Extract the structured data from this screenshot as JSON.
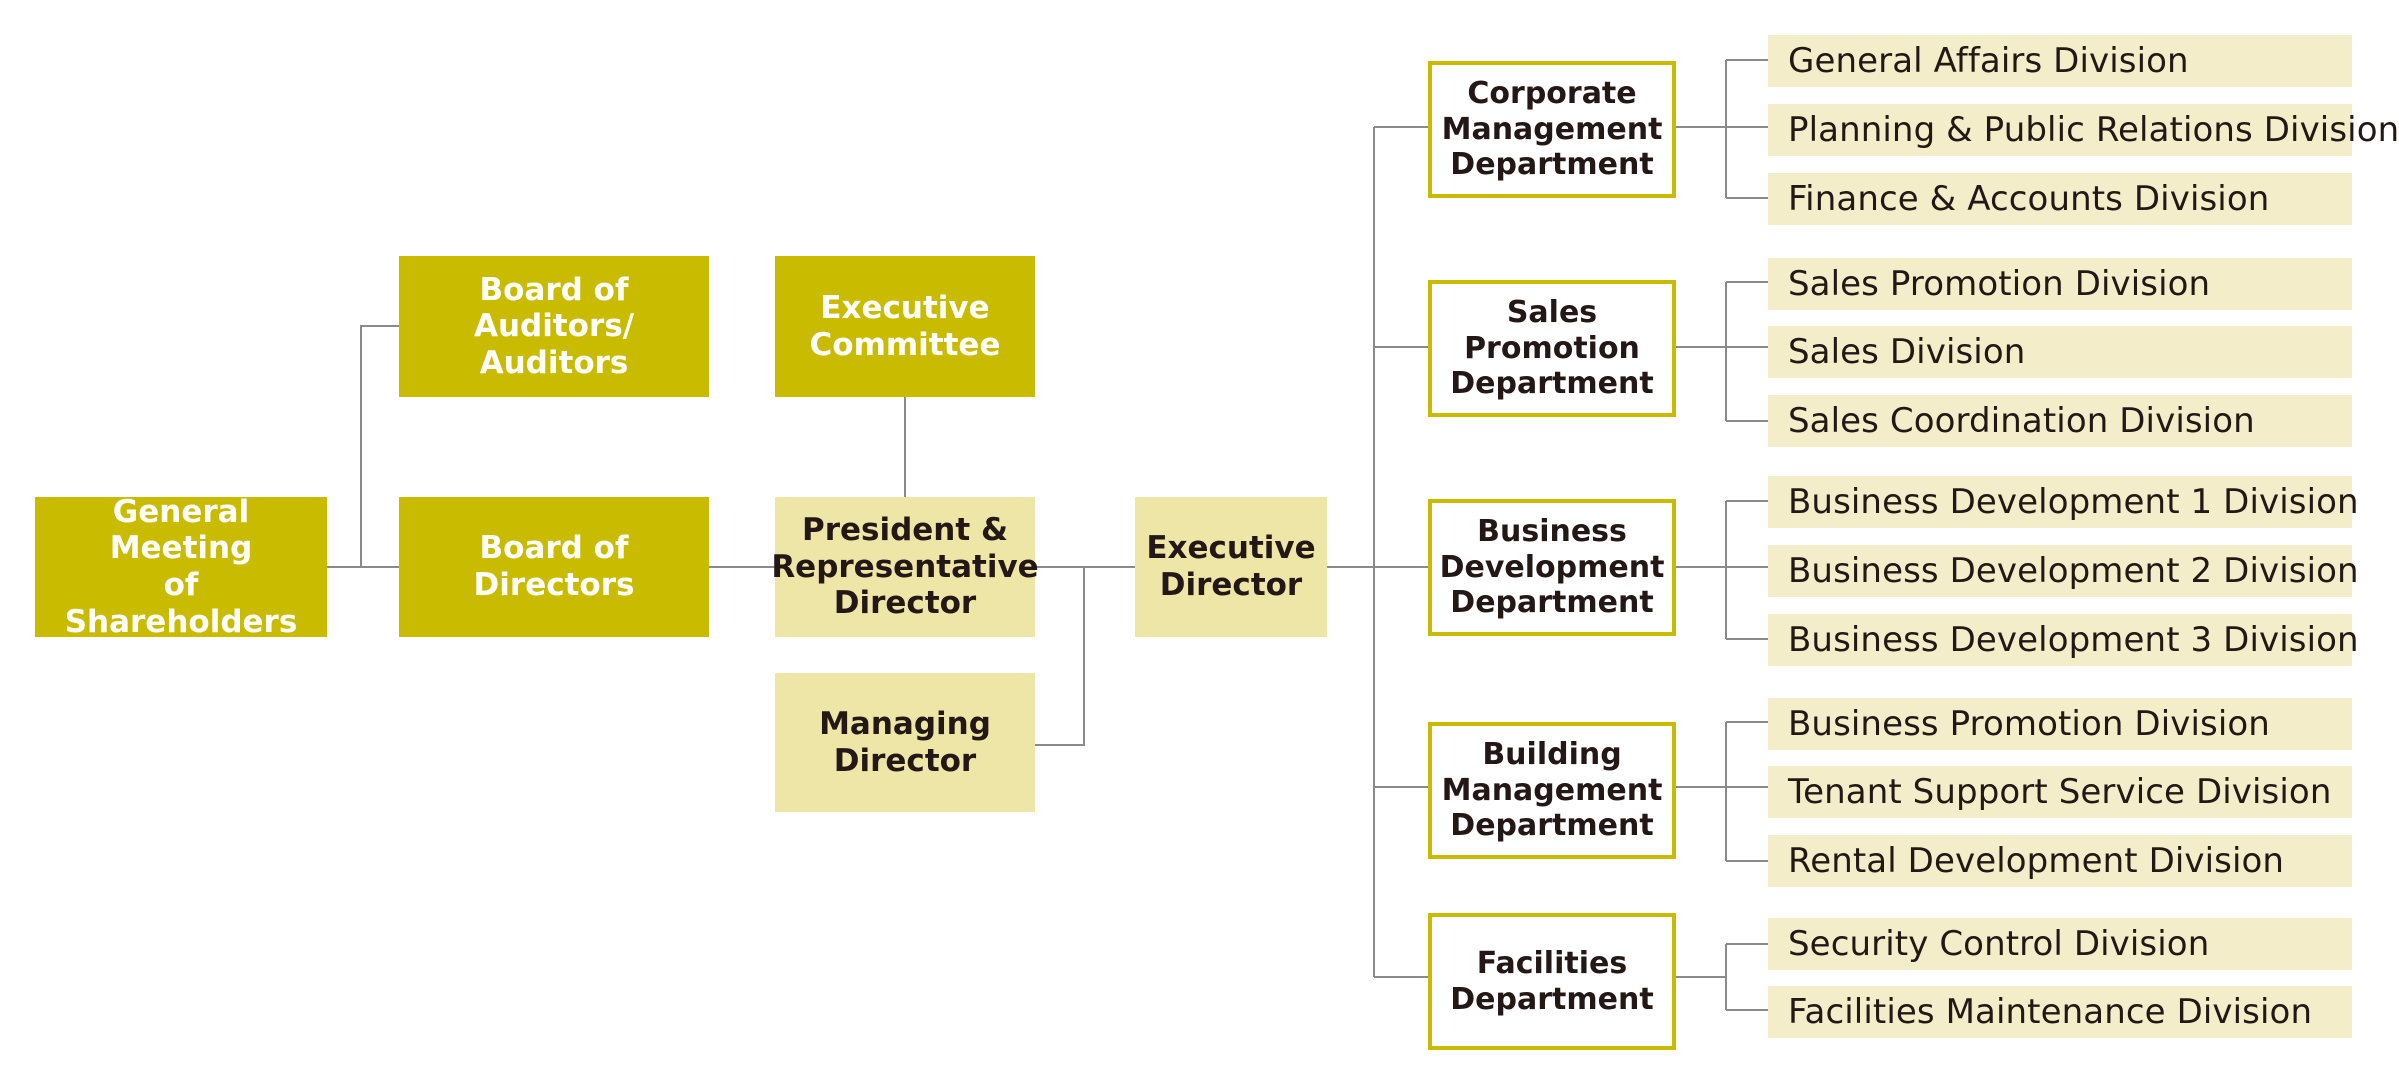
{
  "colors": {
    "dark": "#c9bc00",
    "light": "#ede6a7",
    "division": "#f3eec9",
    "line": "#8a8a8a",
    "text": "#231815"
  },
  "left": {
    "general_meeting": "General Meeting\nof Shareholders",
    "board_of_auditors": "Board of Auditors/\nAuditors",
    "board_of_directors": "Board of\nDirectors",
    "executive_committee": "Executive\nCommittee",
    "president": "President &\nRepresentative\nDirector",
    "managing_director": "Managing\nDirector",
    "executive_director": "Executive\nDirector"
  },
  "departments": [
    {
      "label": "Corporate\nManagement\nDepartment",
      "divisions": [
        "General Affairs Division",
        "Planning & Public Relations Division",
        "Finance & Accounts Division"
      ]
    },
    {
      "label": "Sales\nPromotion\nDepartment",
      "divisions": [
        "Sales Promotion Division",
        "Sales Division",
        "Sales Coordination Division"
      ]
    },
    {
      "label": "Business\nDevelopment\nDepartment",
      "divisions": [
        "Business Development 1 Division",
        "Business Development 2 Division",
        "Business Development 3 Division"
      ]
    },
    {
      "label": "Building\nManagement\nDepartment",
      "divisions": [
        "Business Promotion Division",
        "Tenant Support Service Division",
        "Rental Development Division"
      ]
    },
    {
      "label": "Facilities\nDepartment",
      "divisions": [
        "Security Control Division",
        "Facilities Maintenance Division"
      ]
    }
  ]
}
